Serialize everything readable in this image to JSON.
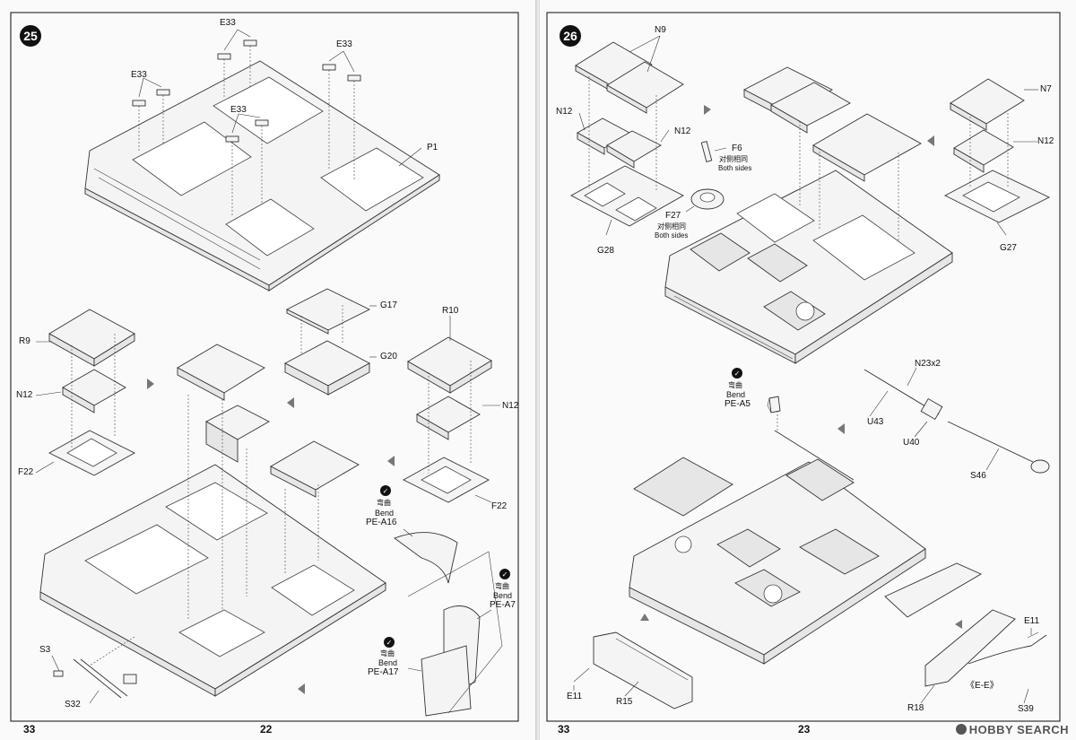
{
  "left_page": {
    "step": "25",
    "footer_left": "33",
    "footer_center": "22",
    "labels": {
      "e33_a": "E33",
      "e33_b": "E33",
      "e33_c": "E33",
      "e33_d": "E33",
      "p1": "P1",
      "g17": "G17",
      "g20": "G20",
      "r9": "R9",
      "n12_left": "N12",
      "f22_left": "F22",
      "r10": "R10",
      "n12_right": "N12",
      "f22_right": "F22",
      "s3": "S3",
      "s32": "S32"
    },
    "bends": [
      {
        "cn": "弯曲",
        "en": "Bend",
        "part": "PE-A16"
      },
      {
        "cn": "弯曲",
        "en": "Bend",
        "part": "PE-A7"
      },
      {
        "cn": "弯曲",
        "en": "Bend",
        "part": "PE-A17"
      }
    ]
  },
  "right_page": {
    "step": "26",
    "footer_left": "33",
    "footer_center": "23",
    "labels": {
      "n9": "N9",
      "n12_a": "N12",
      "n12_b": "N12",
      "g28": "G28",
      "f6": "F6",
      "f27": "F27",
      "n7": "N7",
      "n12_c": "N12",
      "g27": "G27",
      "n23x2": "N23x2",
      "u43": "U43",
      "u40": "U40",
      "s46": "S46",
      "e11_left": "E11",
      "r15": "R15",
      "e11_right": "E11",
      "e_e": "《E-E》",
      "r18": "R18",
      "s39": "S39"
    },
    "both_sides": [
      {
        "cn": "对侧相同",
        "en": "Both sides"
      },
      {
        "cn": "对侧相同",
        "en": "Both sides"
      }
    ],
    "bend": {
      "cn": "弯曲",
      "en": "Bend",
      "part": "PE-A5"
    },
    "watermark": "HOBBY SEARCH"
  }
}
